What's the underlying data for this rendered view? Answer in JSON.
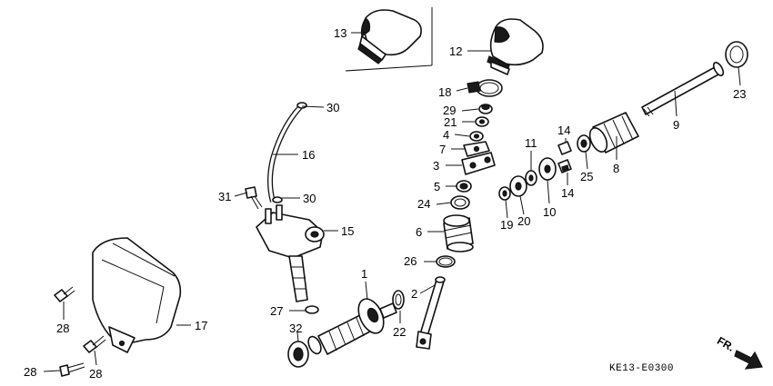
{
  "diagram_code": "KE13-E0300",
  "direction_label": "FR.",
  "callouts": [
    {
      "id": "c1",
      "text": "1"
    },
    {
      "id": "c2",
      "text": "2"
    },
    {
      "id": "c3",
      "text": "3"
    },
    {
      "id": "c4",
      "text": "4"
    },
    {
      "id": "c5",
      "text": "5"
    },
    {
      "id": "c6",
      "text": "6"
    },
    {
      "id": "c7",
      "text": "7"
    },
    {
      "id": "c8",
      "text": "8"
    },
    {
      "id": "c9",
      "text": "9"
    },
    {
      "id": "c10",
      "text": "10"
    },
    {
      "id": "c11",
      "text": "11"
    },
    {
      "id": "c12",
      "text": "12"
    },
    {
      "id": "c13",
      "text": "13"
    },
    {
      "id": "c14a",
      "text": "14"
    },
    {
      "id": "c14b",
      "text": "14"
    },
    {
      "id": "c15",
      "text": "15"
    },
    {
      "id": "c16",
      "text": "16"
    },
    {
      "id": "c17",
      "text": "17"
    },
    {
      "id": "c18",
      "text": "18"
    },
    {
      "id": "c19",
      "text": "19"
    },
    {
      "id": "c20",
      "text": "20"
    },
    {
      "id": "c21",
      "text": "21"
    },
    {
      "id": "c22",
      "text": "22"
    },
    {
      "id": "c23",
      "text": "23"
    },
    {
      "id": "c24",
      "text": "24"
    },
    {
      "id": "c25",
      "text": "25"
    },
    {
      "id": "c26",
      "text": "26"
    },
    {
      "id": "c27",
      "text": "27"
    },
    {
      "id": "c28a",
      "text": "28"
    },
    {
      "id": "c28b",
      "text": "28"
    },
    {
      "id": "c28c",
      "text": "28"
    },
    {
      "id": "c29",
      "text": "29"
    },
    {
      "id": "c30a",
      "text": "30"
    },
    {
      "id": "c30b",
      "text": "30"
    },
    {
      "id": "c31",
      "text": "31"
    },
    {
      "id": "c32",
      "text": "32"
    }
  ]
}
